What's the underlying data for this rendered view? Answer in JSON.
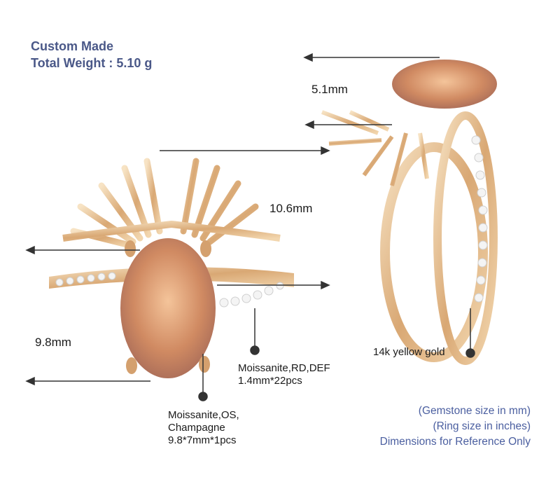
{
  "header": {
    "line1": "Custom Made",
    "line2": "Total Weight : 5.10 g"
  },
  "dimensions": {
    "height_side": "5.1mm",
    "width_top": "10.6mm",
    "stone_length": "9.8mm"
  },
  "specs": {
    "side_stones_line1": "Moissanite,RD,DEF",
    "side_stones_line2": "1.4mm*22pcs",
    "center_stone_line1": "Moissanite,OS,",
    "center_stone_line2": "Champagne",
    "center_stone_line3": "9.8*7mm*1pcs",
    "metal": "14k yellow gold"
  },
  "notes": {
    "line1": "(Gemstone size in mm)",
    "line2": "(Ring size in inches)",
    "line3": "Dimensions for Reference Only"
  },
  "colors": {
    "title": "#4a5888",
    "note": "#4b5fa0",
    "gold": "#e8c9a0",
    "gem": "#d9956a"
  }
}
